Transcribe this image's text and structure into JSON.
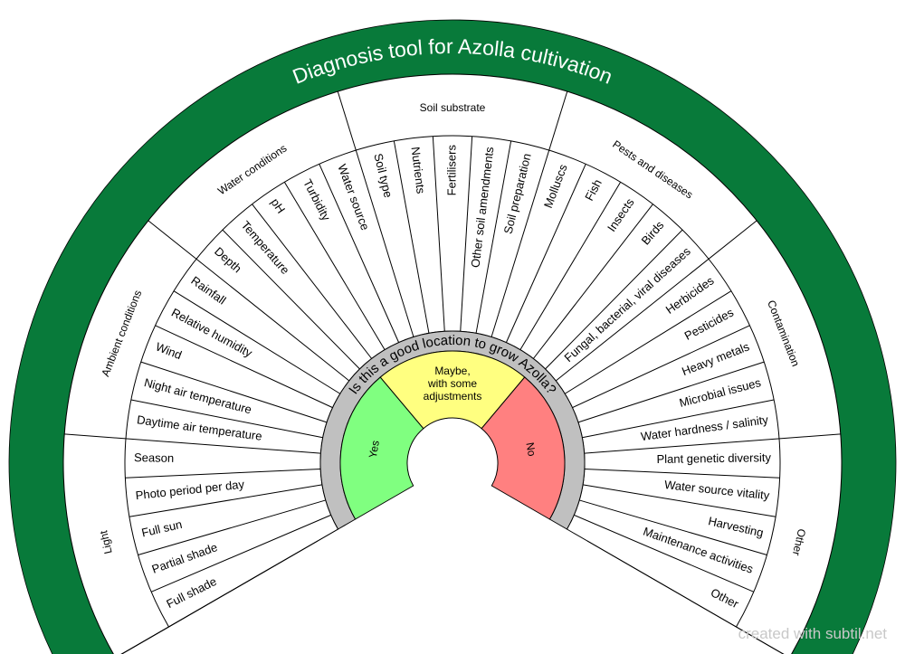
{
  "title": "Diagnosis tool for Azolla cultivation",
  "question": "Is this a good location to grow Azolla?",
  "answers": [
    {
      "label": "Yes",
      "color": "#80ff80"
    },
    {
      "label": "Maybe,\nwith some\nadjustments",
      "color": "#ffff80"
    },
    {
      "label": "No",
      "color": "#ff8080"
    }
  ],
  "colors": {
    "band": "#087a3a",
    "ring": "#c0c0c0"
  },
  "categories": [
    {
      "name": "Light",
      "items": [
        "Full shade",
        "Partial shade",
        "Full sun",
        "Photo period per day",
        "Season"
      ]
    },
    {
      "name": "Ambient conditions",
      "items": [
        "Daytime air temperature",
        "Night air temperature",
        "Wind",
        "Relative humidity",
        "Rainfall"
      ]
    },
    {
      "name": "Water conditions",
      "items": [
        "Depth",
        "Temperature",
        "pH",
        "Turbidity",
        "Water source"
      ]
    },
    {
      "name": "Soil substrate",
      "items": [
        "Soil type",
        "Nutrients",
        "Fertilisers",
        "Other soil amendments",
        "Soil preparation"
      ]
    },
    {
      "name": "Pests and diseases",
      "items": [
        "Molluscs",
        "Fish",
        "Insects",
        "Birds",
        "Fungal, bacterial, viral diseases"
      ]
    },
    {
      "name": "Contamination",
      "items": [
        "Herbicides",
        "Pesticides",
        "Heavy metals",
        "Microbial issues",
        "Water hardness / salinity"
      ]
    },
    {
      "name": "Other",
      "items": [
        "Plant genetic diversity",
        "Water source vitality",
        "Harvesting",
        "Maintenance activities",
        "Other"
      ]
    }
  ],
  "credit": "created with subtil.net"
}
